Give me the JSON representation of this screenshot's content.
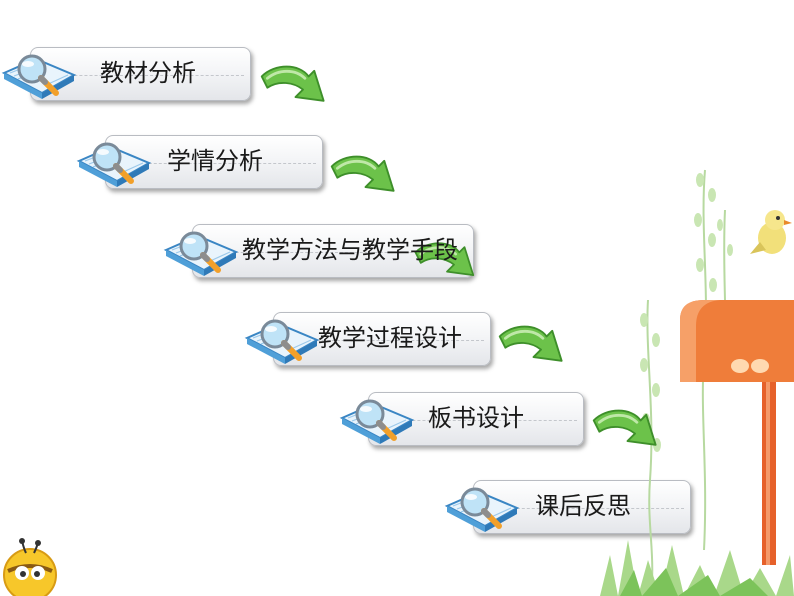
{
  "steps": [
    {
      "label": "教材分析"
    },
    {
      "label": "学情分析"
    },
    {
      "label": "教学方法与教学手段"
    },
    {
      "label": "教学过程设计"
    },
    {
      "label": "板书设计"
    },
    {
      "label": "课后反思"
    }
  ],
  "colors": {
    "book": "#4f9fd8",
    "lens": "#bfe3f7",
    "handle": "#f2a02a",
    "arrow": "#5fb83a",
    "mailbox": "#ef7d3a",
    "post": "#e6612a"
  },
  "icons": [
    "magnifier-book-icon",
    "curved-arrow-icon",
    "mailbox-icon",
    "bird-icon",
    "bee-icon"
  ]
}
